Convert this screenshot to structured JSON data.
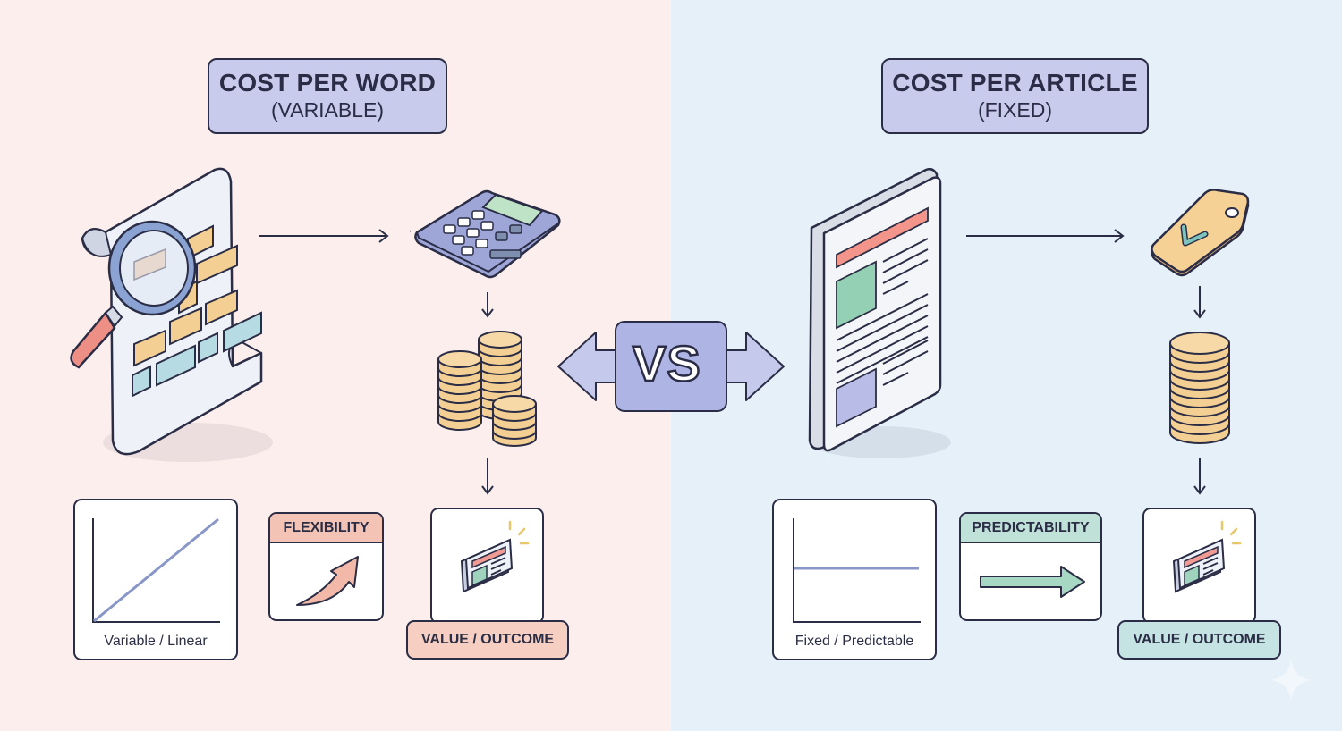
{
  "colors": {
    "left_bg": "#fbeeec",
    "right_bg": "#e6f0f8",
    "title_bg": "#c9cbec",
    "outline": "#2a2d45",
    "coin": "#f3cf94",
    "salmon": "#f3c3b5",
    "mint": "#bfe1d8",
    "line_blue": "#8896c8"
  },
  "left": {
    "title": "COST PER WORD",
    "subtitle": "(VARIABLE)",
    "chart_caption": "Variable / Linear",
    "tag_label": "FLEXIBILITY",
    "value_label": "VALUE / OUTCOME",
    "icons": [
      "document-magnifier-icon",
      "calculator-icon",
      "coin-stacks-icon",
      "article-card-icon",
      "curved-up-arrow-icon"
    ]
  },
  "right": {
    "title": "COST PER ARTICLE",
    "subtitle": "(FIXED)",
    "chart_caption": "Fixed / Predictable",
    "tag_label": "PREDICTABILITY",
    "value_label": "VALUE / OUTCOME",
    "icons": [
      "article-tablet-icon",
      "price-tag-check-icon",
      "coin-stack-icon",
      "article-card-icon",
      "straight-right-arrow-icon"
    ]
  },
  "center": {
    "vs_label": "VS"
  }
}
